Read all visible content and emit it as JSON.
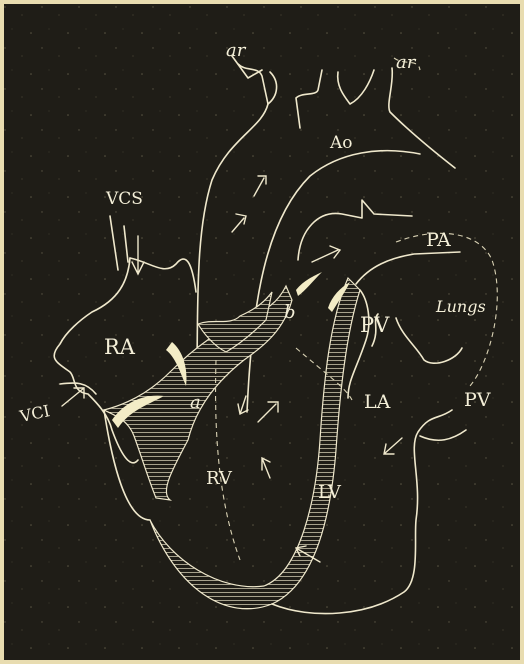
{
  "diagram": {
    "background": "#1f1d17",
    "ink": "#efe8cc",
    "labels": {
      "ar_left": "ar",
      "ar_right": "ar",
      "aorta": "Ao",
      "vena_cava_superior": "VCS",
      "pulmonary_artery": "PA",
      "lungs": "Lungs",
      "right_atrium": "RA",
      "pulmonary_vein_left": "PV",
      "pulmonary_vein_right": "PV",
      "valve_b": "b",
      "valve_a": "a",
      "vena_cava_inferior": "VCI",
      "left_atrium": "LA",
      "right_ventricle": "RV",
      "left_ventricle": "LV"
    }
  }
}
